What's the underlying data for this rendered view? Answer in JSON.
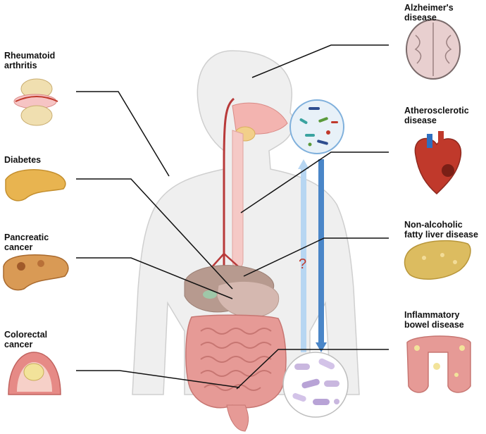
{
  "diseases_left": {
    "rheumatoid": "Rheumatoid\narthritis",
    "diabetes": "Diabetes",
    "pancreatic": "Pancreatic\ncancer",
    "colorectal": "Colorectal\ncancer"
  },
  "diseases_right": {
    "alzheimers": "Alzheimer's\ndisease",
    "atherosclerotic": "Atherosclerotic\ndisease",
    "nafld": "Non-alcoholic\nfatty liver disease",
    "ibd": "Inflammatory\nbowel disease"
  },
  "translocation_mark": "?",
  "icons": [
    "joint-icon",
    "pancreas-icon",
    "tumor-pancreas-icon",
    "colon-tumor-icon",
    "brain-icon",
    "heart-icon",
    "liver-icon",
    "inflamed-colon-icon",
    "oral-microbiome-icon",
    "gut-microbiome-icon"
  ],
  "colors": {
    "body": "#efefef",
    "outline": "#cfcfcf",
    "blood_vessel": "#b83a3a",
    "arrow_dark": "#4a86c8",
    "arrow_light": "#b7d6f2",
    "intestine": "#e69a96"
  }
}
